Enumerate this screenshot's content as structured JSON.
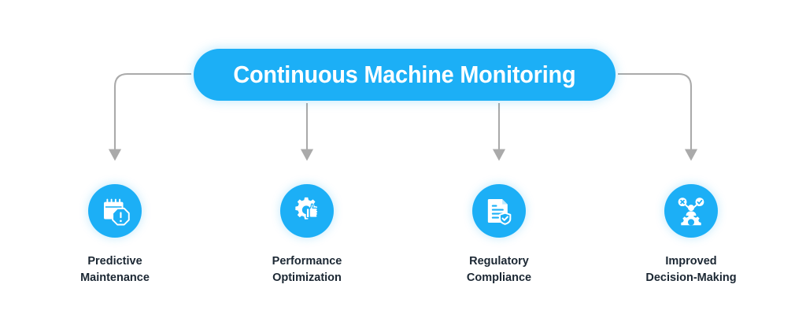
{
  "diagram": {
    "title": "Continuous Machine Monitoring",
    "background_color": "#FFFFFF",
    "accent_color": "#1CAFF6",
    "label_color": "#1B2733",
    "connector_color": "#AAAAAA",
    "nodes": [
      {
        "label": "Predictive\nMaintenance",
        "icon": "calendar-alert-icon",
        "connector": "elbow-left"
      },
      {
        "label": "Performance\nOptimization",
        "icon": "gear-thumbs-up-icon",
        "connector": "straight-down"
      },
      {
        "label": "Regulatory\nCompliance",
        "icon": "document-shield-check-icon",
        "connector": "straight-down"
      },
      {
        "label": "Improved\nDecision-Making",
        "icon": "decision-gear-person-icon",
        "connector": "elbow-right"
      }
    ]
  }
}
